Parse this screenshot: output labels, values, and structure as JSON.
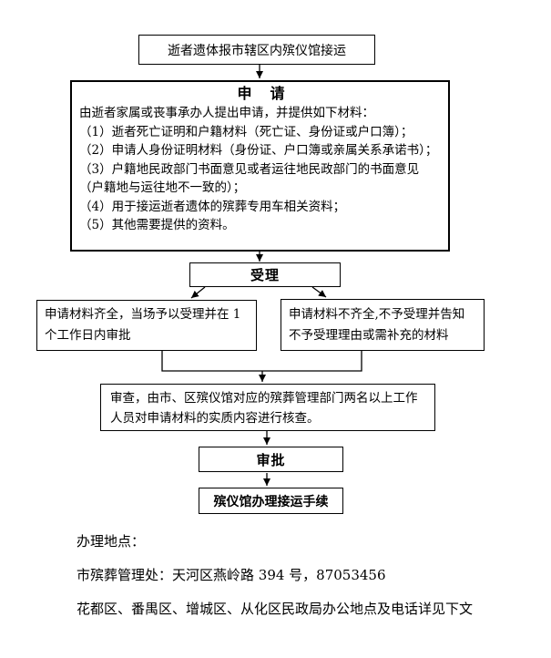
{
  "colors": {
    "background": "#ffffff",
    "border": "#000000",
    "text": "#000000"
  },
  "flowchart": {
    "start": {
      "label": "逝者遗体报市辖区内殡仪馆接运"
    },
    "apply": {
      "title": "申　请",
      "intro": "由逝者家属或丧事承办人提出申请，并提供如下材料：",
      "items": [
        "（1）逝者死亡证明和户籍材料（死亡证、身份证或户口簿）；",
        "（2）申请人身份证明材料（身份证、户口簿或亲属关系承诺书）；",
        "（3）户籍地民政部门书面意见或者运往地民政部门的书面意见",
        "（户籍地与运往地不一致的）；",
        "（4）用于接运逝者遗体的殡葬专用车相关资料；",
        "（5）其他需要提供的资料。"
      ]
    },
    "accept": {
      "label": "受理"
    },
    "branch_left": {
      "label": "申请材料齐全，当场予以受理并在 1 个工作日内审批"
    },
    "branch_right": {
      "label": "申请材料不齐全,不予受理并告知不予受理理由或需补充的材料"
    },
    "review": {
      "label": "审查，由市、区殡仪馆对应的殡葬管理部门两名以上工作人员对申请材料的实质内容进行核查。"
    },
    "approve": {
      "label": "审批"
    },
    "final": {
      "label": "殡仪馆办理接运手续"
    }
  },
  "footer": {
    "location_heading": "办理地点：",
    "office_line": "市殡葬管理处：天河区燕岭路 394 号，87053456",
    "district_line": "花都区、番禺区、增城区、从化区民政局办公地点及电话详见下文"
  }
}
